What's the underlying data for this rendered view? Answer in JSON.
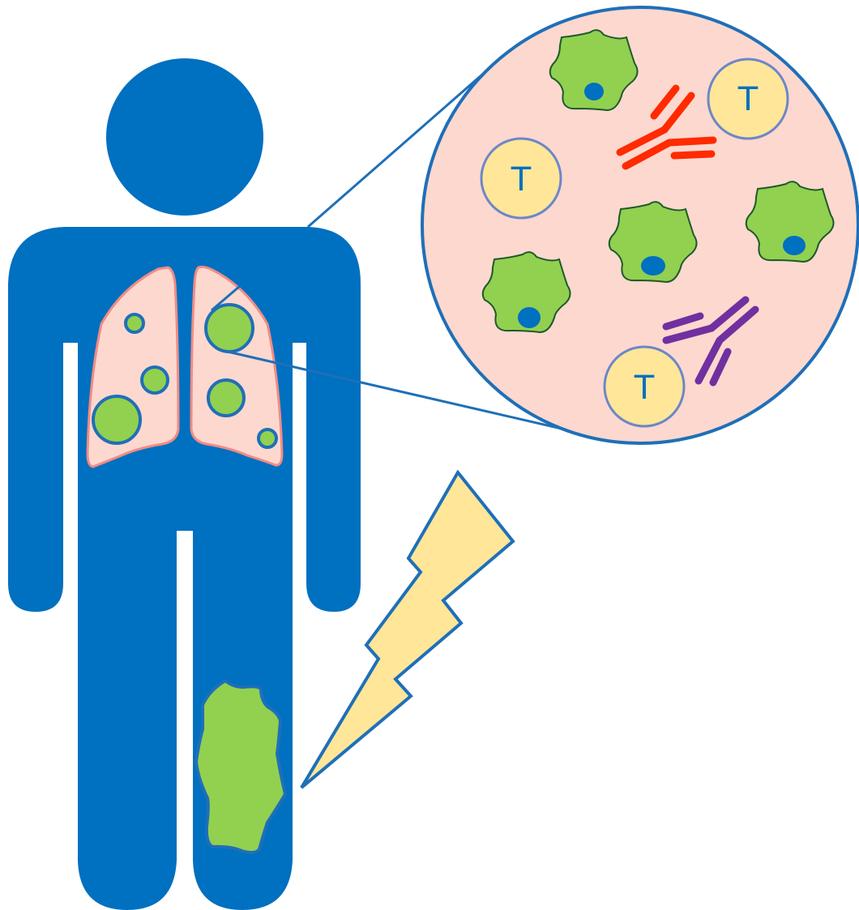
{
  "colors": {
    "body": "#0070c0",
    "lung_fill": "#fdd8cf",
    "lung_stroke": "#f08c84",
    "tumor_fill": "#92d050",
    "tumor_stroke": "#1f6fb8",
    "tcell_fill": "#ffe699",
    "tcell_stroke": "#6d86c9",
    "zoom_fill": "#fdd8cf",
    "zoom_stroke": "#1f6fb8",
    "antibody_red": "#ff2a00",
    "antibody_purple": "#7030a0",
    "lightning_fill": "#ffe699",
    "lightning_stroke": "#1f6fb8",
    "tcell_text": "#0070c0"
  },
  "tcells": [
    {
      "label": "T"
    },
    {
      "label": "T"
    },
    {
      "label": "T"
    }
  ],
  "icons": {
    "person": "human-figure-icon",
    "lightning": "lightning-bolt-icon"
  }
}
